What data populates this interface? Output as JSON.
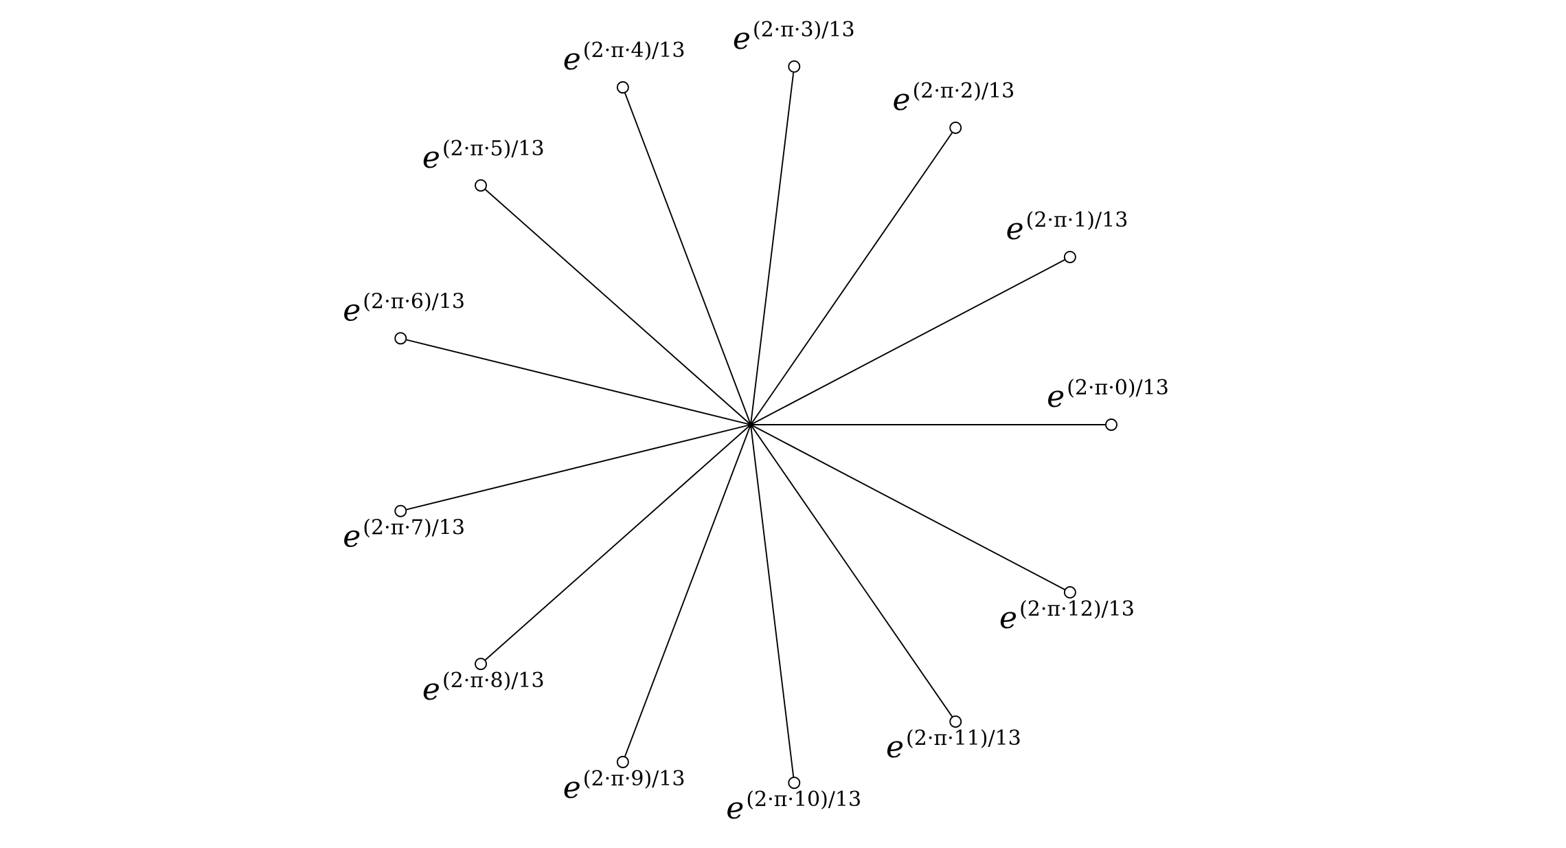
{
  "diagram": {
    "type": "roots-of-unity-star",
    "n": 13,
    "nodes": [
      {
        "index": 0,
        "base": "e",
        "exponent": "(2·π·0)/13"
      },
      {
        "index": 1,
        "base": "e",
        "exponent": "(2·π·1)/13"
      },
      {
        "index": 2,
        "base": "e",
        "exponent": "(2·π·2)/13"
      },
      {
        "index": 3,
        "base": "e",
        "exponent": "(2·π·3)/13"
      },
      {
        "index": 4,
        "base": "e",
        "exponent": "(2·π·4)/13"
      },
      {
        "index": 5,
        "base": "e",
        "exponent": "(2·π·5)/13"
      },
      {
        "index": 6,
        "base": "e",
        "exponent": "(2·π·6)/13"
      },
      {
        "index": 7,
        "base": "e",
        "exponent": "(2·π·7)/13"
      },
      {
        "index": 8,
        "base": "e",
        "exponent": "(2·π·8)/13"
      },
      {
        "index": 9,
        "base": "e",
        "exponent": "(2·π·9)/13"
      },
      {
        "index": 10,
        "base": "e",
        "exponent": "(2·π·10)/13"
      },
      {
        "index": 11,
        "base": "e",
        "exponent": "(2·π·11)/13"
      },
      {
        "index": 12,
        "base": "e",
        "exponent": "(2·π·12)/13"
      }
    ],
    "colors": {
      "stroke": "#000000",
      "node_fill": "#ffffff",
      "background": "#ffffff"
    }
  }
}
